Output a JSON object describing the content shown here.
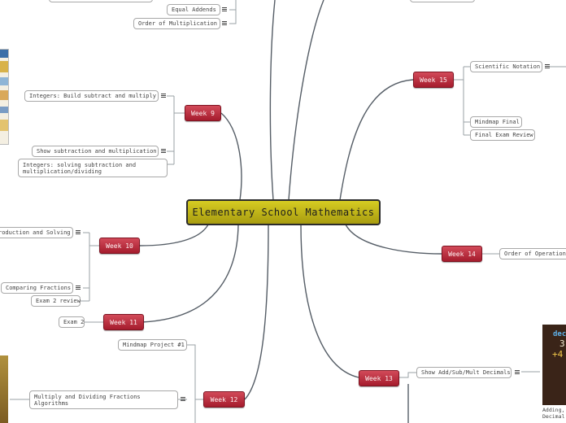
{
  "map": {
    "central_topic": "Elementary School Mathematics",
    "weeks": [
      {
        "label": "Week 9"
      },
      {
        "label": "Week 10"
      },
      {
        "label": "Week 11"
      },
      {
        "label": "Week 12"
      },
      {
        "label": "Week 13"
      },
      {
        "label": "Week 14"
      },
      {
        "label": "Week 15"
      }
    ],
    "topics": {
      "equal_addends": "Equal Addends",
      "order_mult": "Order of Multiplication",
      "integers_build": "Integers: Build subtract and multiply",
      "show_sub_mult": "Show subtraction and multiplication",
      "integers_solving": "Integers: solving subtraction and multiplication/dividing",
      "intro_solving": "roduction and Solving",
      "comparing_fractions": "Comparing Fractions",
      "exam2_review": "Exam 2 review",
      "exam2": "Exam 2",
      "mindmap_project": "Mindmap Project #1",
      "mult_div_fractions": "Multiply and Dividing Fractions Algorithms",
      "show_decimals": "Show Add/Sub/Mult Decimals",
      "order_operations": "Order of Operations",
      "scientific_notation": "Scientific Notation",
      "mindmap_final": "Mindmap Final",
      "final_exam_review": "Final Exam Review"
    },
    "image_caption": "Adding, Decimal",
    "thumb_text": {
      "top": "deci",
      "mid": "3",
      "bot": "+4"
    }
  }
}
